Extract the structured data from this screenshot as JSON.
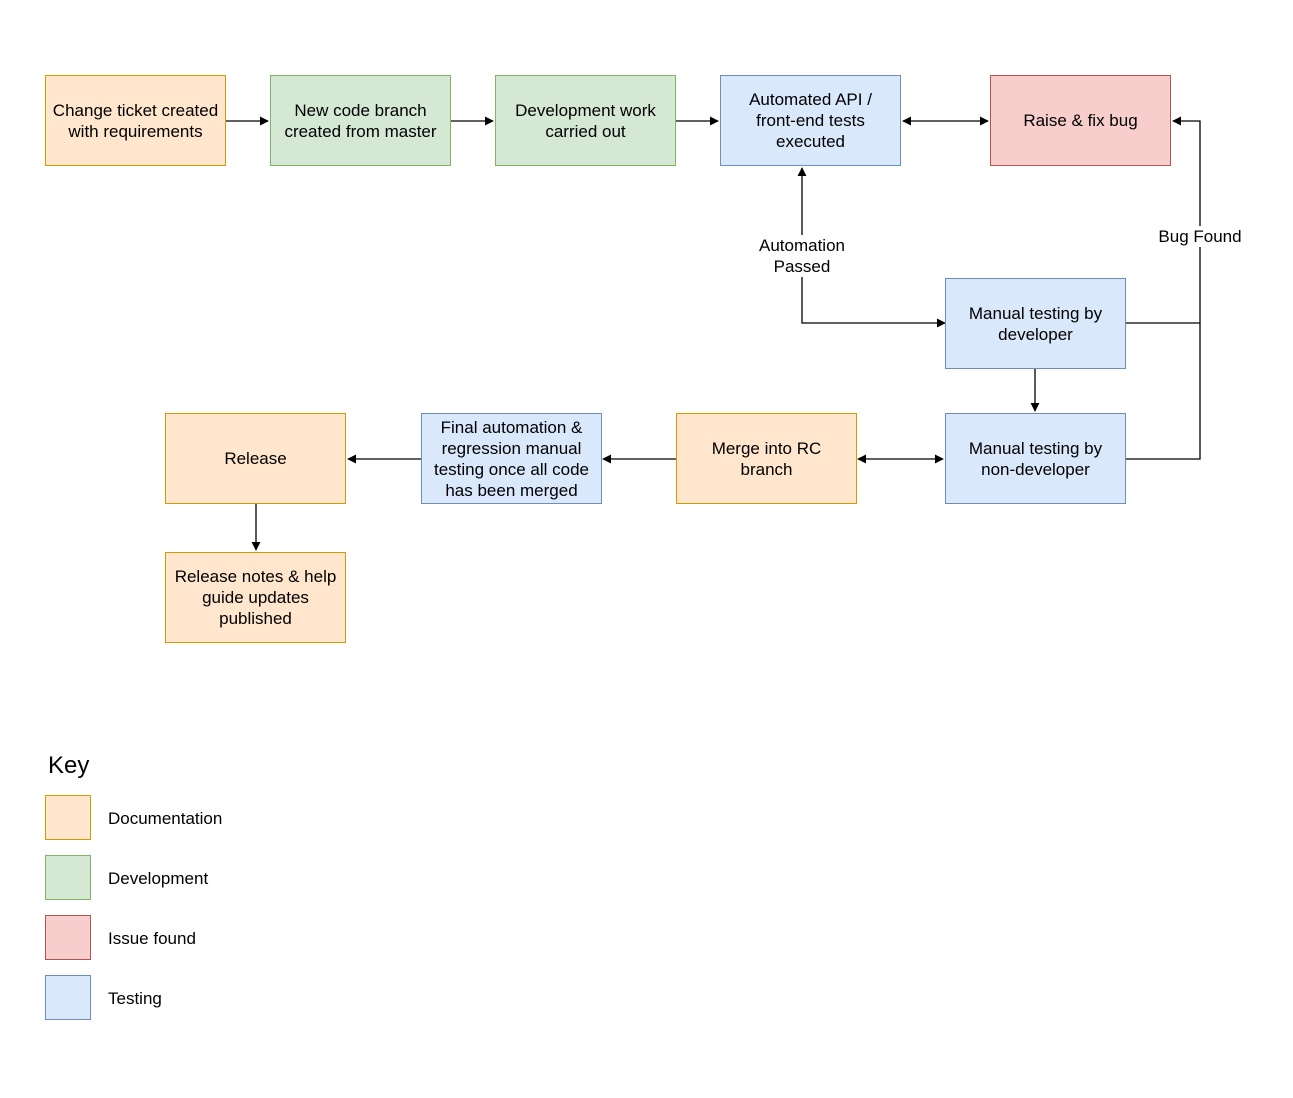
{
  "nodes": {
    "change_ticket": "Change ticket created with requirements",
    "new_branch": "New code branch created from master",
    "dev_work": "Development work carried out",
    "automated_tests": "Automated API / front-end tests executed",
    "raise_fix_bug": "Raise & fix bug",
    "manual_dev": "Manual testing by developer",
    "manual_nondev": "Manual testing by non-developer",
    "merge_rc": "Merge into RC branch",
    "final_automation": "Final automation & regression manual testing once all code has been merged",
    "release": "Release",
    "release_notes": "Release notes & help guide updates published"
  },
  "edge_labels": {
    "automation_passed": "Automation\nPassed",
    "bug_found": "Bug Found"
  },
  "key": {
    "title": "Key",
    "items": [
      {
        "label": "Documentation",
        "color": "#ffe6cc",
        "border": "#d79b00"
      },
      {
        "label": "Development",
        "color": "#d5e8d4",
        "border": "#82b366"
      },
      {
        "label": "Issue found",
        "color": "#f8cecc",
        "border": "#b85450"
      },
      {
        "label": "Testing",
        "color": "#dae8fc",
        "border": "#6c8ebf"
      }
    ]
  },
  "colors": {
    "documentation_fill": "#ffe6cc",
    "documentation_stroke": "#d79b00",
    "development_fill": "#d5e8d4",
    "development_stroke": "#82b366",
    "issue_fill": "#f8cecc",
    "issue_stroke": "#b85450",
    "testing_fill": "#dae8fc",
    "testing_stroke": "#6c8ebf",
    "edge": "#000000"
  }
}
